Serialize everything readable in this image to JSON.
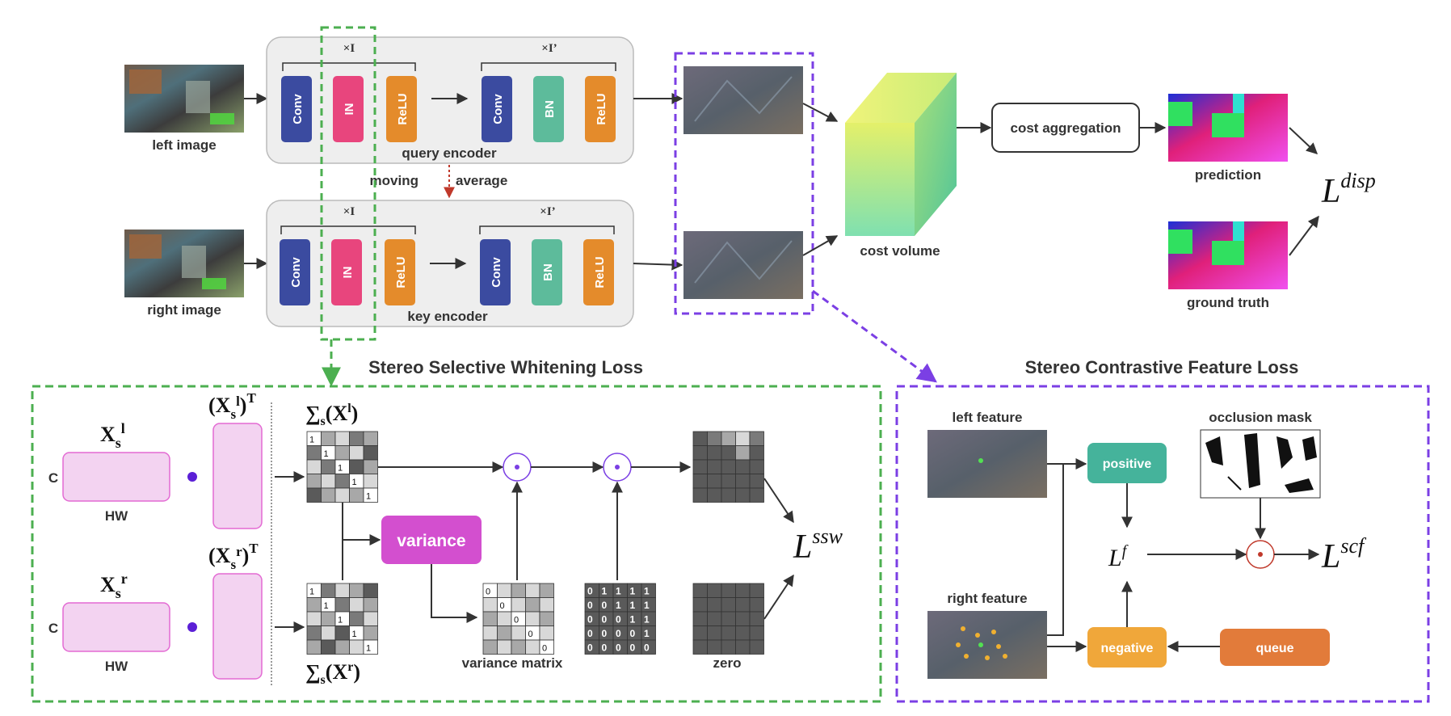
{
  "encoders": {
    "times_i": "×I",
    "times_i_prime": "×I’",
    "conv": "Conv",
    "in": "IN",
    "relu": "ReLU",
    "bn": "BN",
    "query_label": "query encoder",
    "key_label": "key encoder",
    "moving_avg_a": "moving",
    "moving_avg_b": "average"
  },
  "inputs": {
    "left_image": "left image",
    "right_image": "right image"
  },
  "cost": {
    "volume_label": "cost volume",
    "aggregation_label": "cost aggregation"
  },
  "outputs": {
    "prediction": "prediction",
    "ground_truth": "ground truth",
    "loss_disp_base": "L",
    "loss_disp_sup": "disp"
  },
  "ssw": {
    "title": "Stereo Selective Whitening Loss",
    "xs_l_base": "X",
    "xs_l_sub": "s",
    "xs_l_sup": "l",
    "xs_r_base": "X",
    "xs_r_sub": "s",
    "xs_r_sup": "r",
    "xt_l_open": "(X",
    "xt_l_sub": "s",
    "xt_l_sup": "l",
    "xt_l_close": ")",
    "xt_l_T": "T",
    "xt_r_open": "(X",
    "xt_r_sub": "s",
    "xt_r_sup": "r",
    "xt_r_close": ")",
    "xt_r_T": "T",
    "c_label": "C",
    "hw_label": "HW",
    "sigma_l_sym": "∑",
    "sigma_l_sub": "s",
    "sigma_l_arg": "(X",
    "sigma_l_sup": "l",
    "sigma_l_close": ")",
    "sigma_r_sym": "∑",
    "sigma_r_sub": "s",
    "sigma_r_arg": "(X",
    "sigma_r_sup": "r",
    "sigma_r_close": ")",
    "variance": "variance",
    "variance_matrix": "variance matrix",
    "zero": "zero",
    "one": "1",
    "zero_digit": "0",
    "loss_base": "L",
    "loss_sup": "ssw"
  },
  "scf": {
    "title": "Stereo Contrastive Feature Loss",
    "left_feature": "left feature",
    "right_feature": "right feature",
    "occlusion_mask": "occlusion mask",
    "positive": "positive",
    "negative": "negative",
    "queue": "queue",
    "lf_base": "L",
    "lf_sup": "f",
    "loss_base": "L",
    "loss_sup": "scf"
  },
  "colors": {
    "conv": "#3b4ba0",
    "in": "#e8457d",
    "relu": "#e48b2b",
    "bn": "#5dbb9b",
    "variance": "#d34fcf",
    "positive": "#45b39b",
    "negative": "#f0a73a",
    "queue": "#e27b3a",
    "green_dash": "#4caf50",
    "purple_dash": "#7b3fe4",
    "moving_avg": "#c0392b"
  }
}
